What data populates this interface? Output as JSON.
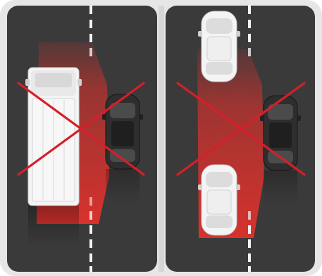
{
  "figure": {
    "panels": [
      {
        "id": "left",
        "label": "",
        "blind_spot_vehicle": "truck",
        "adjacent_vehicle": "car",
        "crossed_out": true
      },
      {
        "id": "right",
        "label": "",
        "blind_spot_vehicle": "car",
        "adjacent_vehicle": "car",
        "crossed_out": true
      }
    ],
    "colors": {
      "road": "#3a3a3a",
      "road_edge": "#2f2f2f",
      "frame": "#e6e6e6",
      "divider": "#d0d0d0",
      "lane_marking": "#f2f2f2",
      "detection_zone": "#e0312c",
      "cross": "#d61f2a",
      "vehicle_body": "#f1f1f1",
      "vehicle_dark": "#2a2a2a"
    }
  }
}
